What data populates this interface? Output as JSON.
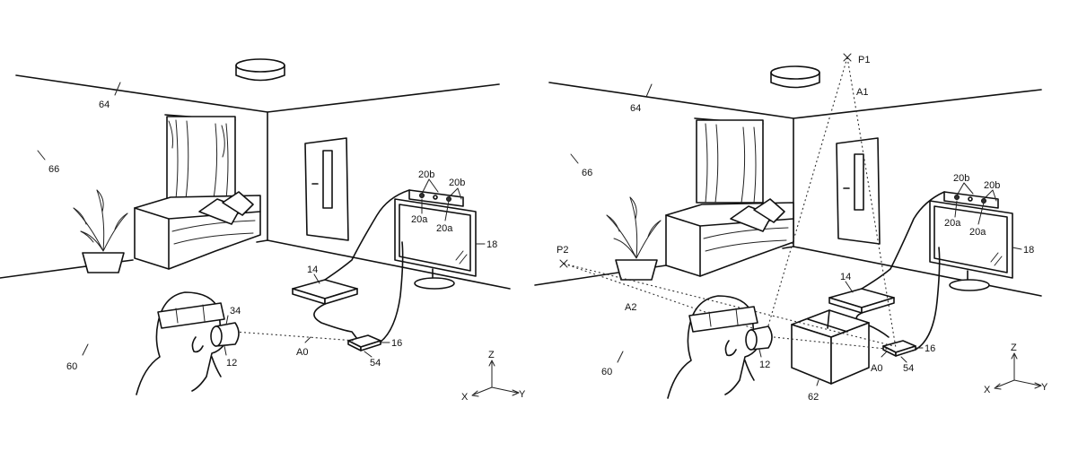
{
  "left_scene": {
    "wall_ref": "64",
    "ceiling_ref": "66",
    "floor_ref": "60",
    "hmd_ref": "34",
    "controller_ref": "12",
    "axis_ref": "A0",
    "camera_ref": "16",
    "cable_ref": "54",
    "console_ref": "14",
    "display_ref": "18",
    "camera_unit_top_refs": [
      "20b",
      "20b"
    ],
    "camera_unit_bottom_refs": [
      "20a",
      "20a"
    ]
  },
  "right_scene": {
    "wall_ref": "64",
    "ceiling_ref": "66",
    "floor_ref": "60",
    "controller_ref": "12",
    "box_ref": "62",
    "axis_ref": "A0",
    "camera_ref": "16",
    "cable_ref": "54",
    "console_ref": "14",
    "display_ref": "18",
    "point1_ref": "P1",
    "axis1_ref": "A1",
    "point2_ref": "P2",
    "axis2_ref": "A2",
    "camera_unit_top_refs": [
      "20b",
      "20b"
    ],
    "camera_unit_bottom_refs": [
      "20a",
      "20a"
    ]
  },
  "axes": {
    "z": "Z",
    "x": "X",
    "y": "Y"
  }
}
